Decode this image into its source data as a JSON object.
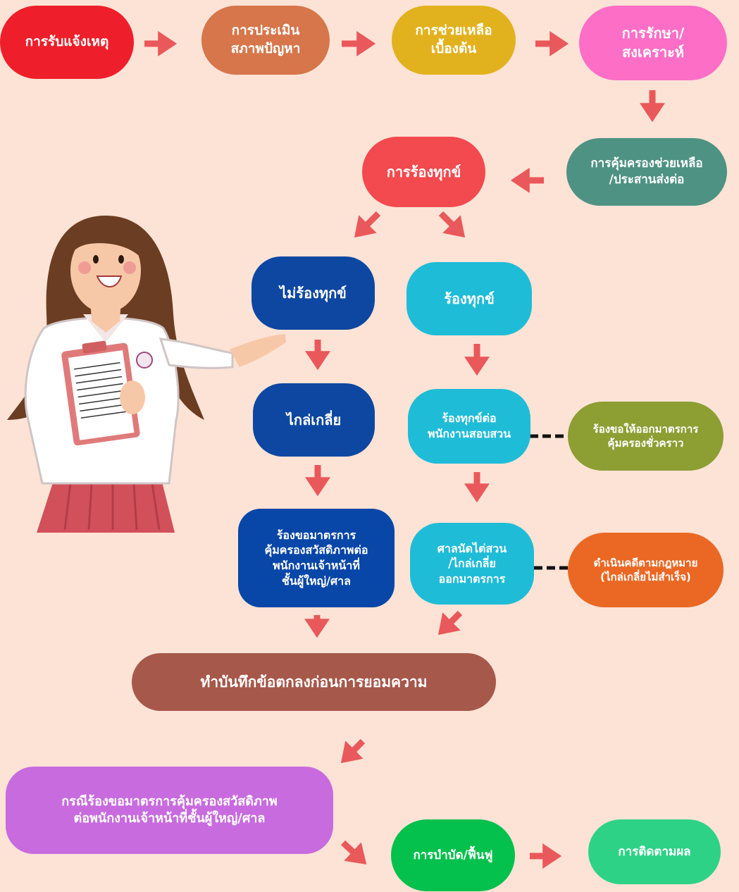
{
  "colors": {
    "background": "#fde3d6",
    "arrow": "#e9585a",
    "report": "#ee1f2a",
    "assess": "#d6764a",
    "first_aid": "#e2b21e",
    "treatment": "#fd6ec7",
    "protection": "#4e9283",
    "complaint": "#f24a4e",
    "no_complaint": "#0d47a1",
    "file_complaint": "#1fbcd7",
    "welfare": "#0846a8",
    "interim": "#8d9e33",
    "litigation": "#ea6824",
    "memorandum": "#a6584a",
    "case_welfare": "#c86bde",
    "rehab": "#04c04c",
    "follow_up": "#2ed286"
  },
  "nodes": {
    "report": "การรับแจ้งเหตุ",
    "assess": "การประเมิน\nสภาพปัญหา",
    "first_aid": "การช่วยเหลือ\nเบื้องต้น",
    "treatment": "การรักษา/\nสงเคราะห์",
    "protection": "การคุ้มครองช่วยเหลือ\n/ประสานส่งต่อ",
    "complaint": "การร้องทุกข์",
    "no_complaint": "ไม่ร้องทุกข์",
    "file_complaint": "ร้องทุกข์",
    "mediation": "ไกล่เกลี่ย",
    "complaint_officer": "ร้องทุกข์ต่อ\nพนักงานสอบสวน",
    "interim_protection": "ร้องขอให้ออกมาตรการ\nคุ้มครองชั่วคราว",
    "welfare_request": "ร้องขอมาตรการ\nคุ้มครองสวัสดิภาพต่อ\nพนักงานเจ้าหน้าที่\nชั้นผู้ใหญ่/ศาล",
    "court": "ศาลนัดไต่สวน\n/ไกล่เกลี่ย\nออกมาตรการ",
    "litigation": "ดำเนินคดีตามกฎหมาย\n(ไกล่เกลี่ยไม่สำเร็จ)",
    "memorandum": "ทำบันทึกข้อตกลงก่อนการยอมความ",
    "case_welfare": "กรณีร้องขอมาตรการคุ้มครองสวัสดิภาพ\nต่อพนักงานเจ้าหน้าที่ชั้นผู้ใหญ่/ศาล",
    "rehab": "การบำบัด/ฟื้นฟู",
    "follow_up": "การติดตามผล"
  }
}
